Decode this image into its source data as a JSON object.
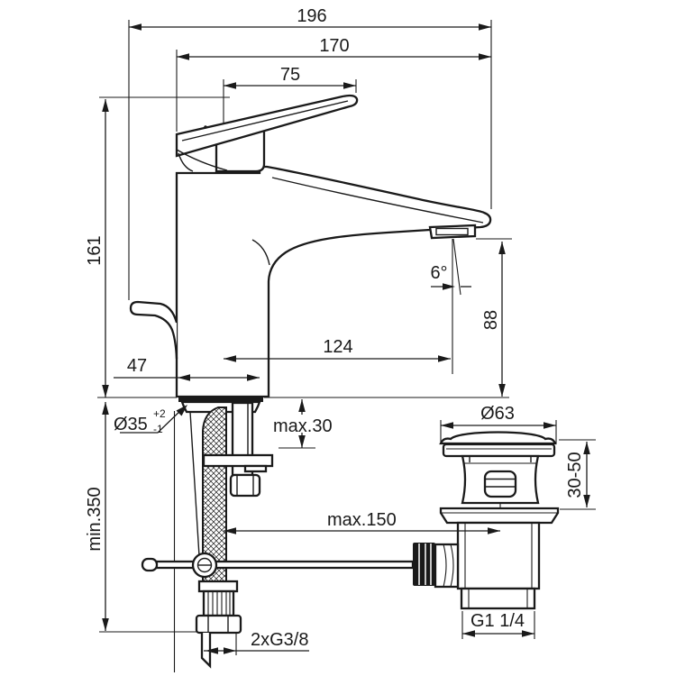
{
  "drawing": {
    "type": "technical-dimension-drawing",
    "subject": "single-lever basin mixer with pop-up waste, side view"
  },
  "dimensions": {
    "overall_width": "196",
    "body_to_spout_tip": "170",
    "handle_length": "75",
    "height_to_handle": "161",
    "body_depth": "47",
    "spout_reach": "124",
    "spout_outlet_height": "88",
    "spout_angle": "6°",
    "hose_min_length": "min.350",
    "hole_diameter": "Ø35",
    "hole_tolerance_plus": "+2",
    "hole_tolerance_minus": "-1",
    "deck_max_thickness": "max.30",
    "rod_max_reach": "max.150",
    "waste_flange_diameter": "Ø63",
    "basin_thickness_range": "30-50",
    "waste_thread": "G1 1/4",
    "supply_connections": "2xG3/8"
  },
  "colors": {
    "line": "#1a1a1a",
    "background": "#ffffff"
  }
}
